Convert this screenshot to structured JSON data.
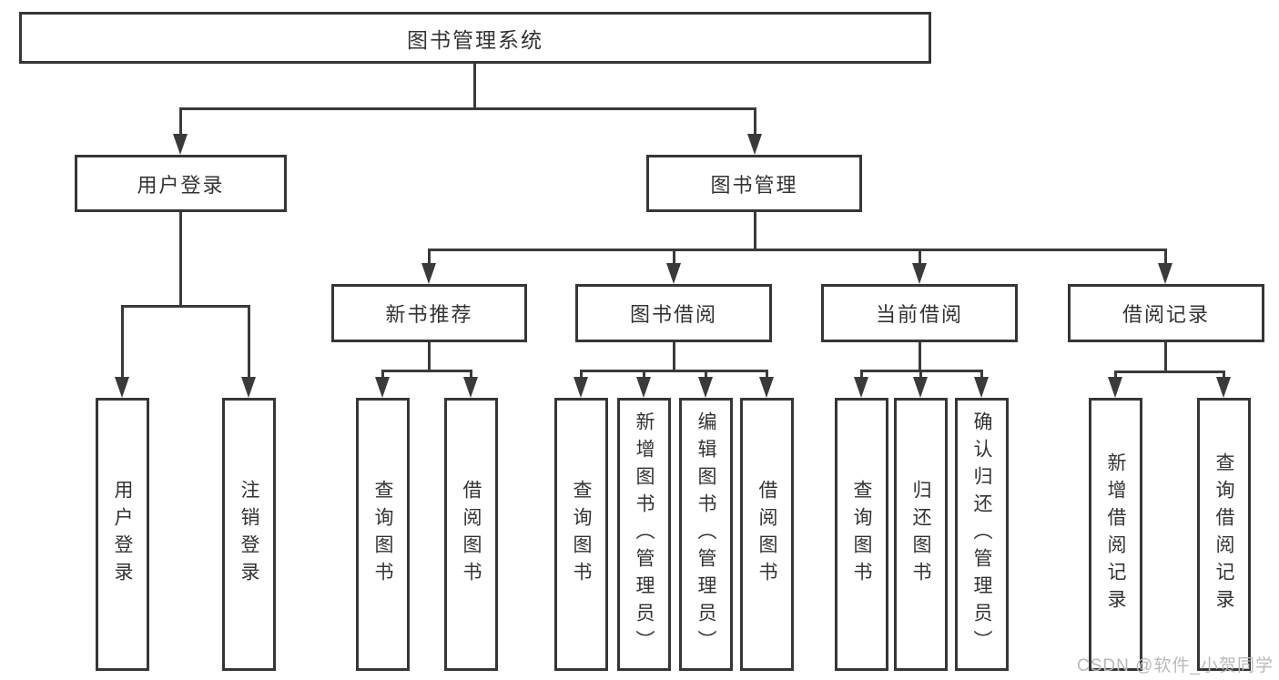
{
  "colors": {
    "line": "#3a3a3a",
    "border": "#363636",
    "text": "#333333",
    "watermark": "#b9b9b9",
    "background": "#ffffff"
  },
  "watermark": "CSDN @软件_小贺同学",
  "tree": {
    "label": "图书管理系统",
    "children": [
      {
        "label": "用户登录",
        "children": [
          {
            "label": "用户登录"
          },
          {
            "label": "注销登录"
          }
        ]
      },
      {
        "label": "图书管理",
        "children": [
          {
            "label": "新书推荐",
            "children": [
              {
                "label": "查询图书"
              },
              {
                "label": "借阅图书"
              }
            ]
          },
          {
            "label": "图书借阅",
            "children": [
              {
                "label": "查询图书"
              },
              {
                "label": "新增图书（管理员）"
              },
              {
                "label": "编辑图书（管理员）"
              },
              {
                "label": "借阅图书"
              }
            ]
          },
          {
            "label": "当前借阅",
            "children": [
              {
                "label": "查询图书"
              },
              {
                "label": "归还图书"
              },
              {
                "label": "确认归还（管理员）"
              }
            ]
          },
          {
            "label": "借阅记录",
            "children": [
              {
                "label": "新增借阅记录"
              },
              {
                "label": "查询借阅记录"
              }
            ]
          }
        ]
      }
    ]
  }
}
